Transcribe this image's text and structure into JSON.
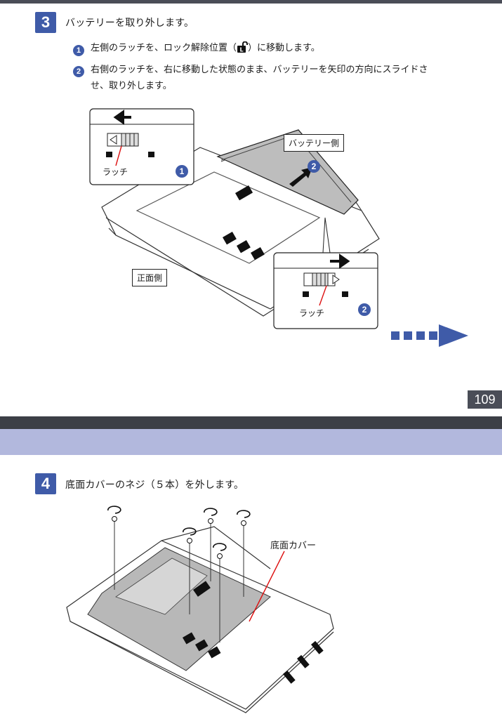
{
  "page1": {
    "step_number": "3",
    "step_title": "バッテリーを取り外します。",
    "substeps": [
      {
        "num": "1",
        "text_before": "左側のラッチを、ロック解除位置（",
        "text_after": "）に移動します。"
      },
      {
        "num": "2",
        "line1": "右側のラッチを、右に移動した状態のまま、バッテリーを矢印の方向にスライドさ",
        "line2": "せ、取り外します。"
      }
    ],
    "labels": {
      "battery_side": "バッテリー側",
      "front_side": "正面側",
      "latch_left": "ラッチ",
      "latch_right": "ラッチ",
      "callout_1": "1",
      "callout_2": "2",
      "callout_2b": "2"
    },
    "page_number": "109"
  },
  "page2": {
    "step_number": "4",
    "step_title": "底面カバーのネジ（５本）を外します。",
    "labels": {
      "bottom_cover": "底面カバー"
    }
  },
  "colors": {
    "accent": "#3f5ba8",
    "band": "#b2b8dd",
    "dark_bar": "#4a4d57",
    "arrow": "#3f5ba8"
  }
}
